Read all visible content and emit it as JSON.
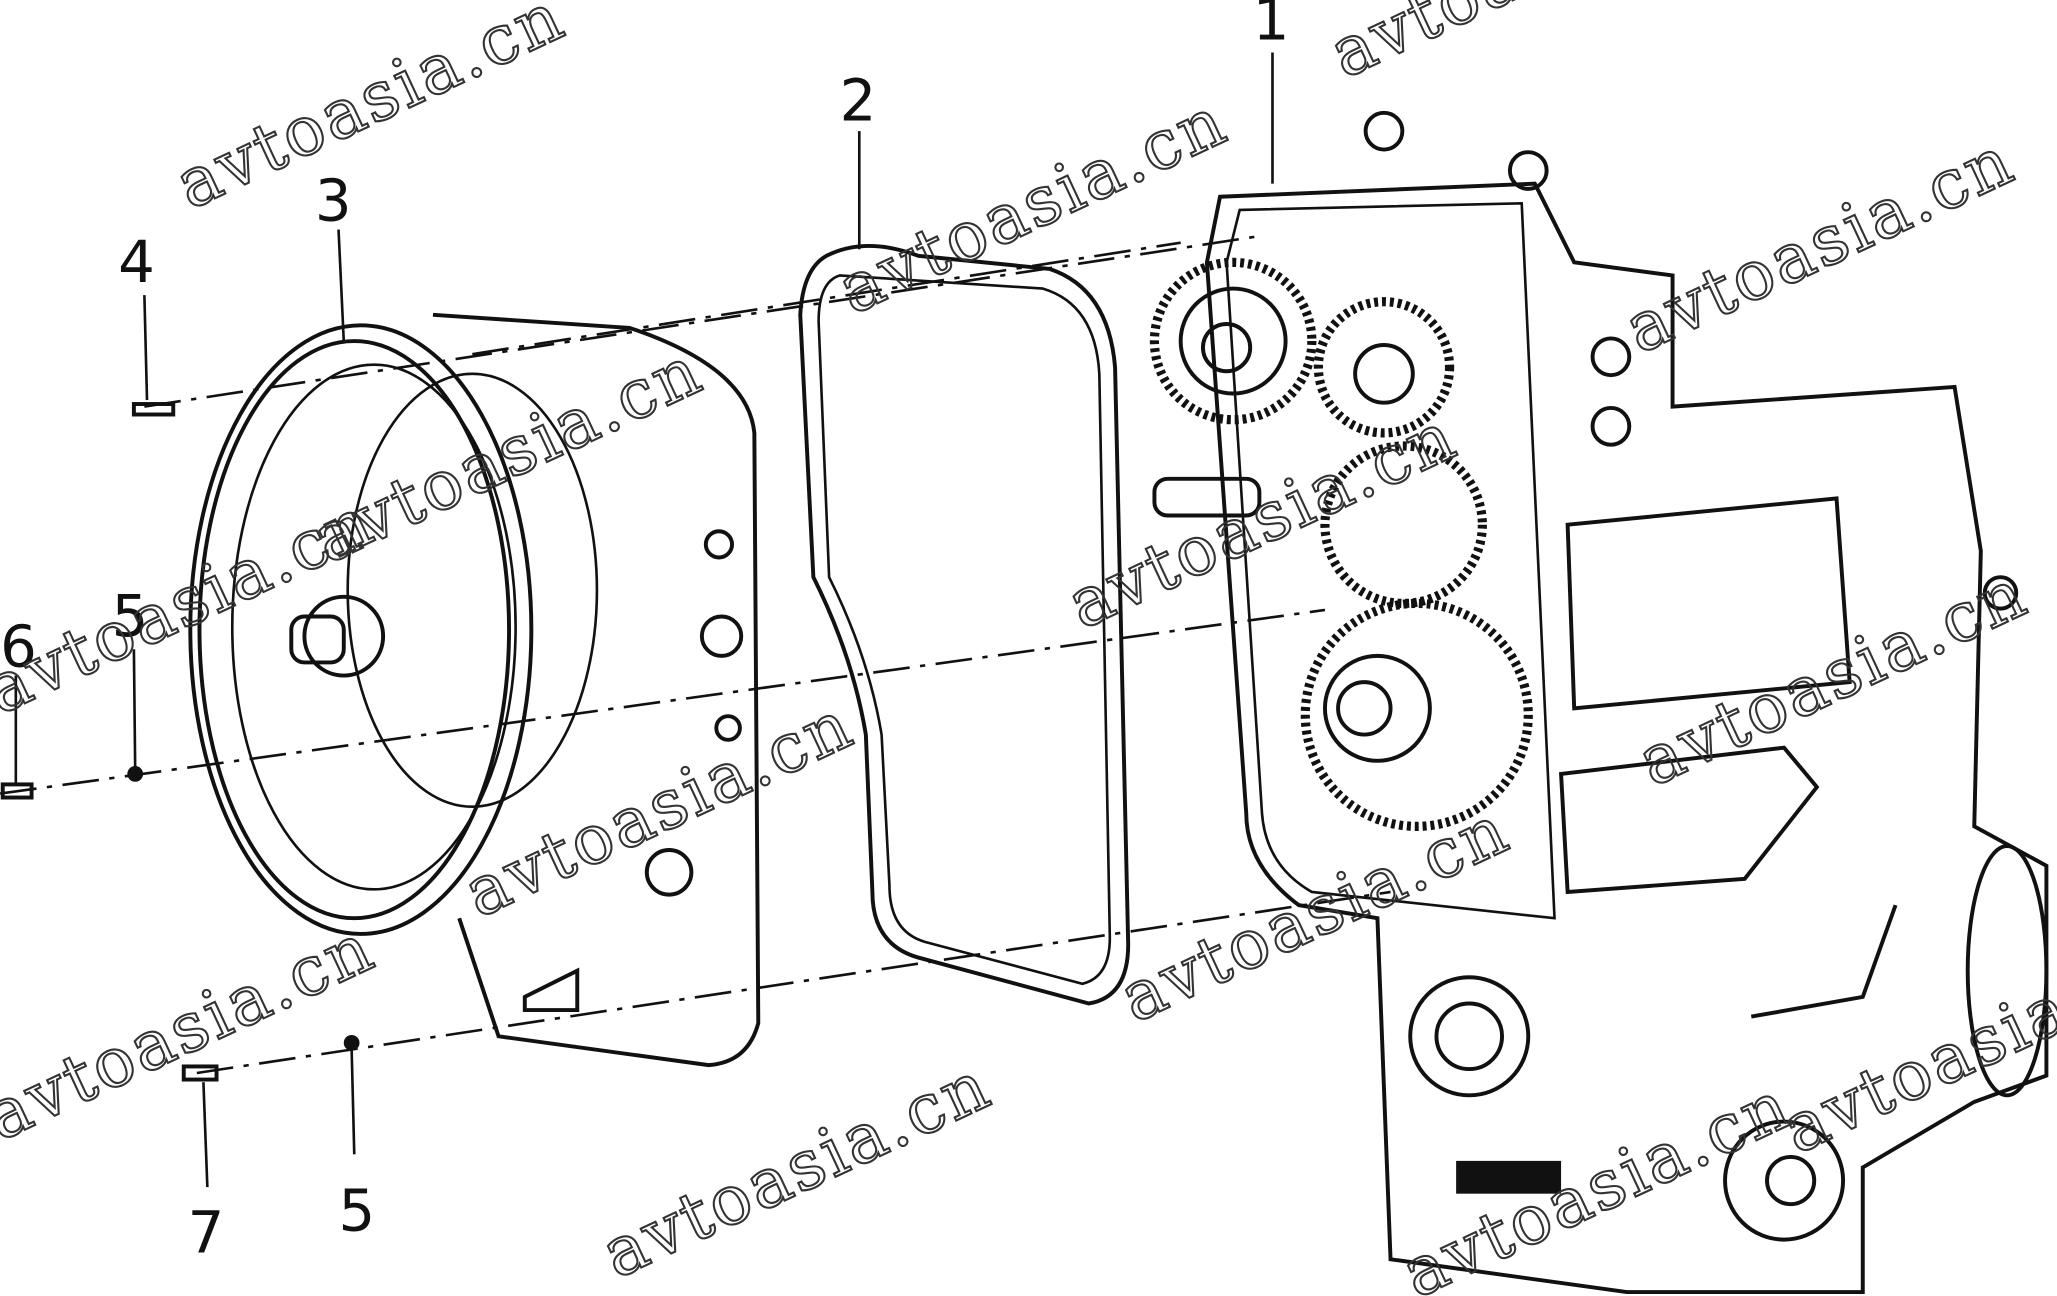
{
  "diagram": {
    "title": "Transmission housing exploded view",
    "callouts": [
      "1",
      "2",
      "3",
      "4",
      "5",
      "6",
      "5",
      "7"
    ],
    "watermark": "avtoasia.cn"
  }
}
